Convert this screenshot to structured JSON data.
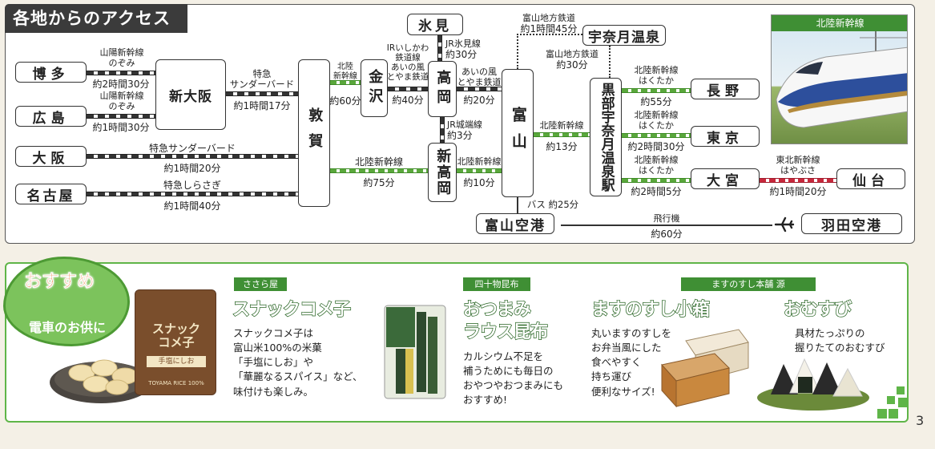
{
  "access": {
    "title": "各地からのアクセス",
    "stations": {
      "hakata": "博多",
      "hiroshima": "広島",
      "osaka": "大阪",
      "nagoya": "名古屋",
      "shin_osaka": "新大阪",
      "tsuruga": "敦賀",
      "kanazawa": "金沢",
      "takaoka": "高岡",
      "shin_takaoka": "新高岡",
      "himi": "氷見",
      "toyama": "富山",
      "unazuki": "宇奈月温泉",
      "kurobe": "黒部宇奈月温泉駅",
      "nagano": "長野",
      "tokyo": "東京",
      "omiya": "大宮",
      "sendai": "仙台",
      "toyama_airport": "富山空港",
      "haneda_airport": "羽田空港"
    },
    "routes": {
      "hakata_line": "山陽新幹線",
      "hakata_train": "のぞみ",
      "hakata_time": "約2時間30分",
      "hiroshima_line": "山陽新幹線",
      "hiroshima_train": "のぞみ",
      "hiroshima_time": "約1時間30分",
      "osaka_line": "特急サンダーバード",
      "osaka_time": "約1時間20分",
      "nagoya_line": "特急しらさぎ",
      "nagoya_time": "約1時間40分",
      "shinosaka_line1": "特急",
      "shinosaka_line2": "サンダーバード",
      "shinosaka_time": "約1時間17分",
      "tsuruga_kanazawa_line1": "北陸",
      "tsuruga_kanazawa_line2": "新幹線",
      "tsuruga_kanazawa_time": "約60分",
      "tsuruga_shintakaoka_line": "北陸新幹線",
      "tsuruga_shintakaoka_time": "約75分",
      "kanazawa_takaoka_l1": "IRいしかわ",
      "kanazawa_takaoka_l2": "鉄道線",
      "kanazawa_takaoka_l3": "あいの風",
      "kanazawa_takaoka_l4": "とやま鉄道",
      "kanazawa_takaoka_time": "約40分",
      "himi_line": "JR氷見線",
      "himi_time": "約30分",
      "takaoka_toyama_l1": "あいの風",
      "takaoka_toyama_l2": "とやま鉄道",
      "takaoka_toyama_time": "約20分",
      "johana_line": "JR城端線",
      "johana_time": "約3分",
      "shintakaoka_toyama_line": "北陸新幹線",
      "shintakaoka_toyama_time": "約10分",
      "toyama_kurobe_line": "北陸新幹線",
      "toyama_kurobe_time": "約13分",
      "toyama_unazuki_line": "富山地方鉄道",
      "toyama_unazuki_time": "約1時間45分",
      "kurobe_unazuki_line": "富山地方鉄道",
      "kurobe_unazuki_time": "約30分",
      "nagano_line": "北陸新幹線",
      "nagano_train": "はくたか",
      "nagano_time": "約55分",
      "tokyo_line": "北陸新幹線",
      "tokyo_train": "はくたか",
      "tokyo_time": "約2時間30分",
      "omiya_line": "北陸新幹線",
      "omiya_train": "はくたか",
      "omiya_time": "約2時間5分",
      "sendai_line": "東北新幹線",
      "sendai_train": "はやぶさ",
      "sendai_time": "約1時間20分",
      "bus": "バス 約25分",
      "flight": "飛行機",
      "flight_time": "約60分"
    },
    "photo_tag": "北陸新幹線"
  },
  "recommend": {
    "bubble_title": "おすすめ",
    "bubble_sub": "電車のお供に",
    "products": [
      {
        "shop": "ささら屋",
        "name": "スナックコメ子",
        "desc": [
          "スナックコメ子は",
          "富山米100%の米菓",
          "「手塩にしお」や",
          "「華麗なるスパイス」など、",
          "味付けも楽しみ。"
        ]
      },
      {
        "shop": "四十物昆布",
        "name1": "おつまみ",
        "name2": "ラウス昆布",
        "desc": [
          "カルシウム不足を",
          "補うためにも毎日の",
          "おやつやおつまみにも",
          "おすすめ!"
        ]
      },
      {
        "shop": "ますのすし本舗 源",
        "name": "ますのすし小箱",
        "desc": [
          "丸いますのすしを",
          "お弁当風にした",
          "食べやすく",
          "持ち運び",
          "便利なサイズ!"
        ]
      },
      {
        "name": "おむすび",
        "desc": [
          "具材たっぷりの",
          "握りたてのおむすび"
        ]
      }
    ],
    "package_label": "スナック\nコメ子",
    "package_sub": "手塩にしお",
    "package_brand": "TOYAMA RICE 100%"
  },
  "page_number": "3",
  "colors": {
    "shinkansen": "#5aa83c",
    "tohoku": "#c8283c",
    "accent_green": "#3f8f34"
  }
}
